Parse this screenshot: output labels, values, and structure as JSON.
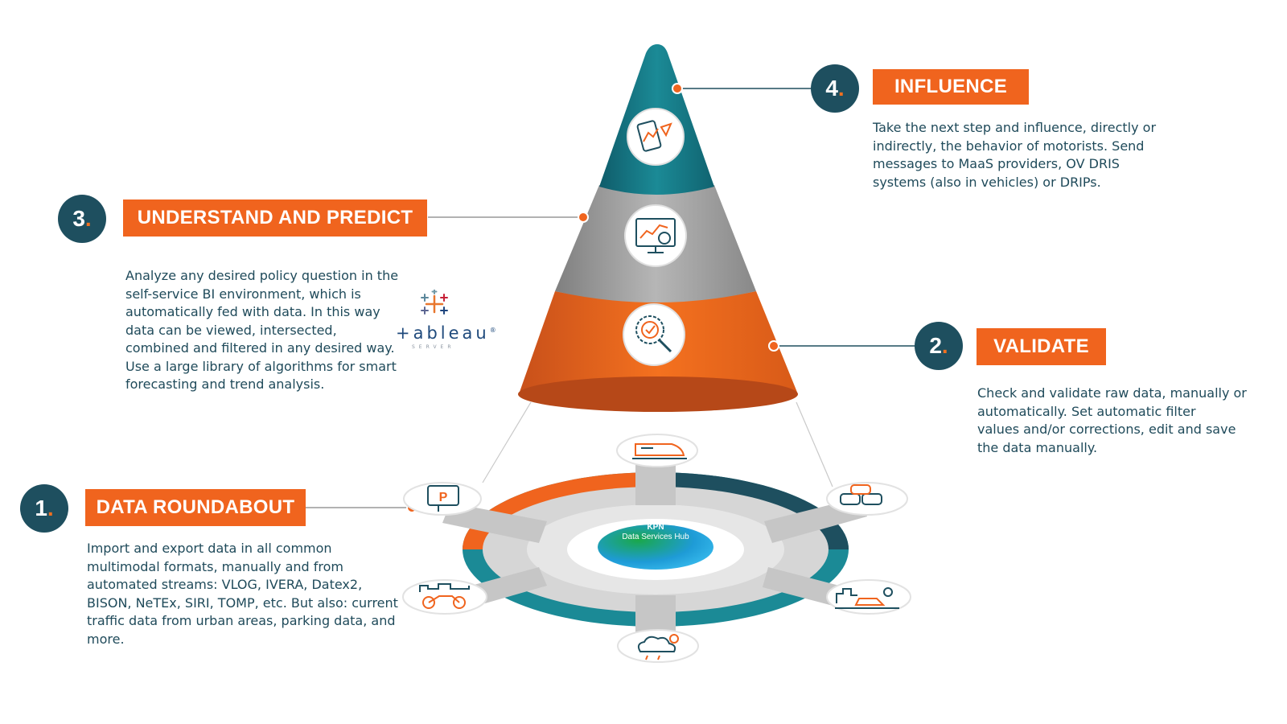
{
  "steps": [
    {
      "number": "1",
      "title": "DATA ROUNDABOUT",
      "description": "Import and export data in all common\nmultimodal formats, manually and from\nautomated streams: VLOG, IVERA, Datex2,\nBISON, NeTEx, SIRI, TOMP, etc. But also: current\ntraffic data from urban areas, parking data, and\nmore."
    },
    {
      "number": "2",
      "title": "VALIDATE",
      "description": "Check and validate raw data, manually or\nautomatically. Set automatic filter\nvalues and/or corrections, edit and save\nthe data manually."
    },
    {
      "number": "3",
      "title": "UNDERSTAND AND PREDICT",
      "description": "Analyze any desired policy question in the\nself-service BI environment, which is\nautomatically fed with data. In this way\ndata can be viewed, intersected,\ncombined and filtered in any desired way.\nUse a large library of algorithms for smart\nforecasting and trend analysis."
    },
    {
      "number": "4",
      "title": "INFLUENCE",
      "description": "Take the next step and influence, directly or\nindirectly, the behavior of motorists. Send\nmessages to MaaS providers, OV DRIS\nsystems (also in vehicles) or DRIPs."
    }
  ],
  "number_suffix": ".",
  "tableau": {
    "wordmark": "+ableau",
    "registered": "®",
    "subtitle": "SERVER"
  },
  "hub": {
    "line1": "KPN",
    "line2": "Data Services Hub"
  },
  "icons": {
    "influence": "phone-route-icon",
    "understand": "analytics-monitor-icon",
    "validate": "quality-badge-icon",
    "train": "train-icon",
    "parking": "parking-sign-icon",
    "traffic": "traffic-jam-icon",
    "bicycle": "bicycle-icon",
    "city_car": "city-car-location-icon",
    "weather": "weather-icon"
  },
  "colors": {
    "navy": "#1e4f5f",
    "orange": "#f0641e",
    "teal": "#1b8a96",
    "gray": "#a8a8a8",
    "text": "#1f4a5a"
  }
}
